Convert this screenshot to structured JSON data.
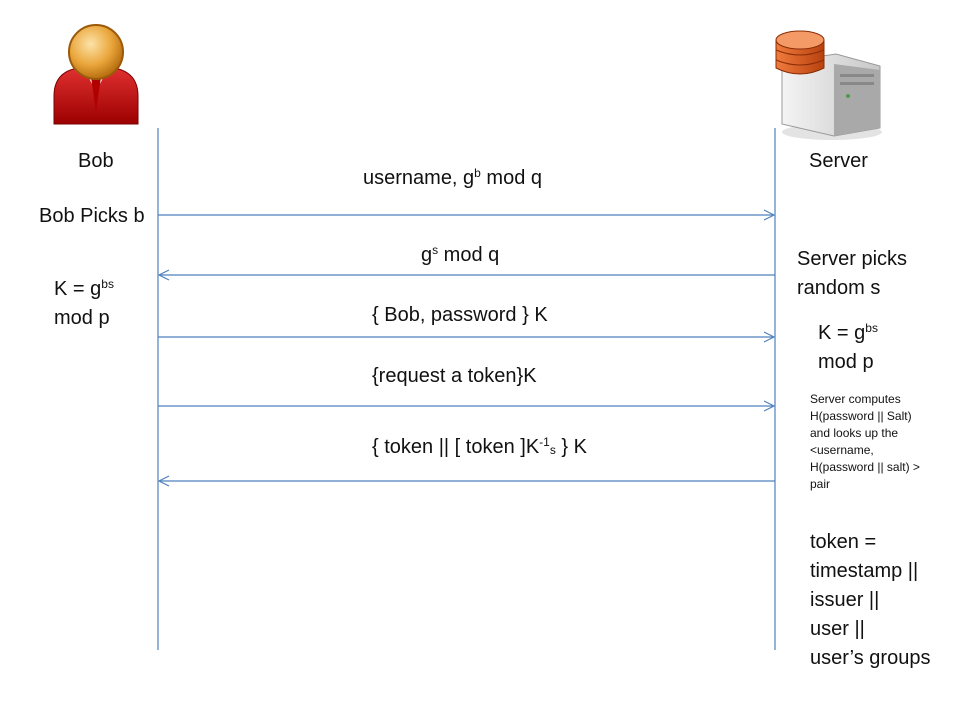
{
  "actors": {
    "left": {
      "name": "Bob",
      "icon": "user-person-icon"
    },
    "right": {
      "name": "Server",
      "icon": "server-tower-icon"
    }
  },
  "colors": {
    "line": "#4f81bd",
    "person_shirt": "#c00000",
    "person_head": "#e8a33a",
    "server_disk": "#d9531e"
  },
  "left_notes": {
    "picks": "Bob Picks b",
    "key_prefix": "K = g",
    "key_exp": "bs",
    "key_mod": "mod p"
  },
  "right_notes": {
    "picks_line1": "Server picks",
    "picks_line2": "random s",
    "key_prefix": "K = g",
    "key_exp": "bs",
    "key_mod": "mod p",
    "computes": [
      "Server computes",
      "H(password || Salt)",
      "and looks up the",
      "<username,",
      "H(password || salt) >",
      "pair"
    ],
    "token": [
      "token =",
      "timestamp ||",
      "issuer ||",
      "user ||",
      "user’s groups"
    ]
  },
  "messages": [
    {
      "pre": "username, g",
      "sup": "b",
      "post": " mod q",
      "direction": "to-server"
    },
    {
      "pre": "g",
      "sup": "s",
      "post": " mod q",
      "direction": "to-bob"
    },
    {
      "text": "{ Bob, password } K",
      "direction": "to-server"
    },
    {
      "text": "{request a token}K",
      "direction": "to-server"
    },
    {
      "pre": "{ token || [ token ]K",
      "sup": "-1",
      "sub": "s",
      "post": " } K",
      "direction": "to-bob"
    }
  ]
}
